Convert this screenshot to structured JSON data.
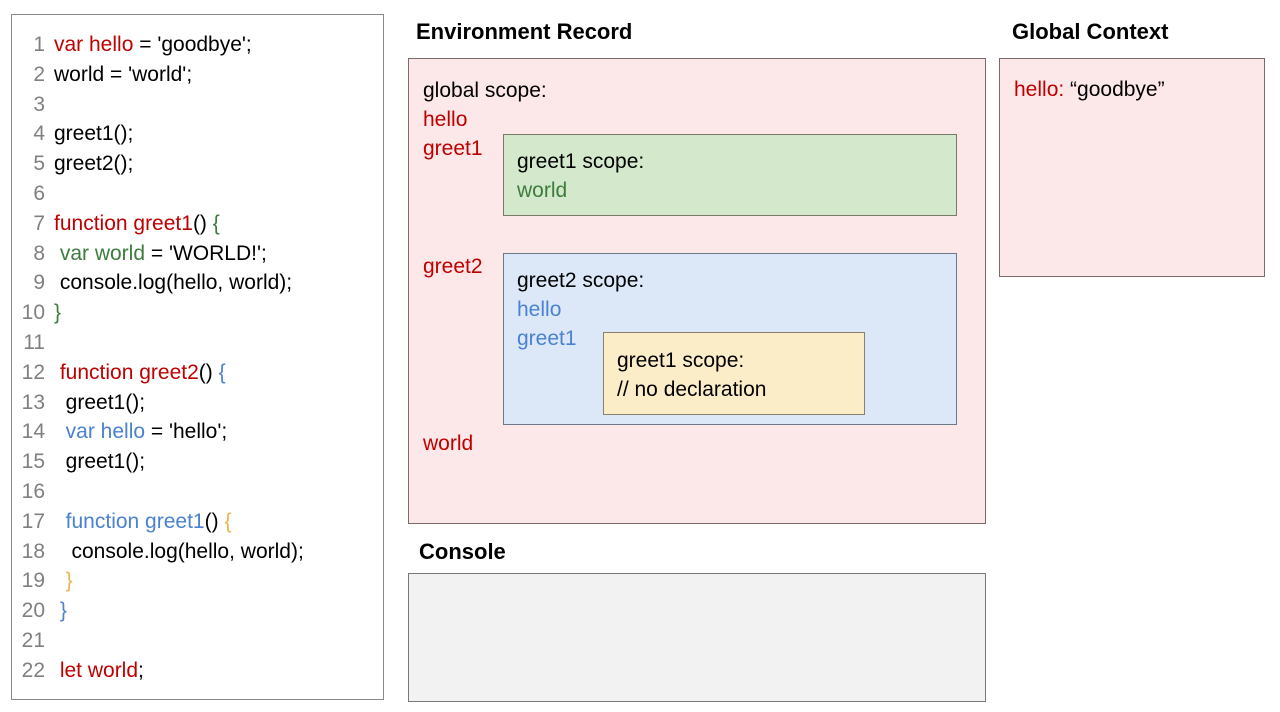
{
  "code_panel": {
    "name": "javascript-source-code",
    "lines": [
      {
        "num": "1",
        "tokens": [
          {
            "t": "var hello",
            "c": "red"
          },
          {
            "t": " = 'goodbye';",
            "c": "black"
          }
        ]
      },
      {
        "num": "2",
        "tokens": [
          {
            "t": "world = 'world';",
            "c": "black"
          }
        ]
      },
      {
        "num": "3",
        "tokens": []
      },
      {
        "num": "4",
        "tokens": [
          {
            "t": "greet1();",
            "c": "black"
          }
        ]
      },
      {
        "num": "5",
        "tokens": [
          {
            "t": "greet2();",
            "c": "black"
          }
        ]
      },
      {
        "num": "6",
        "tokens": []
      },
      {
        "num": "7",
        "tokens": [
          {
            "t": "function greet1",
            "c": "red"
          },
          {
            "t": "() ",
            "c": "black"
          },
          {
            "t": "{",
            "c": "green"
          }
        ]
      },
      {
        "num": "8",
        "tokens": [
          {
            "t": " var world",
            "c": "green"
          },
          {
            "t": " = 'WORLD!';",
            "c": "black"
          }
        ]
      },
      {
        "num": "9",
        "tokens": [
          {
            "t": " console.log(hello, world);",
            "c": "black"
          }
        ]
      },
      {
        "num": "10",
        "tokens": [
          {
            "t": "}",
            "c": "green"
          }
        ]
      },
      {
        "num": "11",
        "tokens": []
      },
      {
        "num": "12",
        "tokens": [
          {
            "t": " function greet2",
            "c": "red"
          },
          {
            "t": "() ",
            "c": "black"
          },
          {
            "t": "{",
            "c": "blue"
          }
        ]
      },
      {
        "num": "13",
        "tokens": [
          {
            "t": "  greet1();",
            "c": "black"
          }
        ]
      },
      {
        "num": "14",
        "tokens": [
          {
            "t": "  var hello",
            "c": "blue"
          },
          {
            "t": " = 'hello';",
            "c": "black"
          }
        ]
      },
      {
        "num": "15",
        "tokens": [
          {
            "t": "  greet1();",
            "c": "black"
          }
        ]
      },
      {
        "num": "16",
        "tokens": []
      },
      {
        "num": "17",
        "tokens": [
          {
            "t": "  function greet1",
            "c": "blue"
          },
          {
            "t": "() ",
            "c": "black"
          },
          {
            "t": "{",
            "c": "yellow"
          }
        ]
      },
      {
        "num": "18",
        "tokens": [
          {
            "t": "   console.log(hello, world);",
            "c": "black"
          }
        ]
      },
      {
        "num": "19",
        "tokens": [
          {
            "t": "  }",
            "c": "yellow"
          }
        ]
      },
      {
        "num": "20",
        "tokens": [
          {
            "t": " }",
            "c": "blue"
          }
        ]
      },
      {
        "num": "21",
        "tokens": []
      },
      {
        "num": "22",
        "tokens": [
          {
            "t": " let world",
            "c": "red"
          },
          {
            "t": ";",
            "c": "black"
          }
        ]
      }
    ]
  },
  "environment_record": {
    "title": "Environment Record",
    "global_scope": {
      "label": "global scope:",
      "bindings": [
        "hello",
        "greet1",
        "greet2",
        "world"
      ]
    },
    "greet1_scope": {
      "label": "greet1 scope:",
      "bindings": [
        "world"
      ]
    },
    "greet2_scope": {
      "label": "greet2 scope:",
      "bindings": [
        "hello",
        "greet1"
      ]
    },
    "greet1_nested_scope": {
      "label": "greet1 scope:",
      "note": "// no declaration"
    }
  },
  "global_context": {
    "title": "Global Context",
    "entries": [
      {
        "key": "hello:",
        "value": "“goodbye”"
      }
    ]
  },
  "console": {
    "title": "Console",
    "output": ""
  },
  "colors": {
    "red": "#c00000",
    "green": "#3c7d3c",
    "blue": "#4a82d0",
    "yellow": "#e8b64c",
    "pink_fill": "#fce8e8",
    "green_fill": "#d4e8cc",
    "blue_fill": "#dce8f8",
    "yellow_fill": "#fcedc9",
    "console_fill": "#f2f2f2",
    "line_number": "#808080"
  }
}
